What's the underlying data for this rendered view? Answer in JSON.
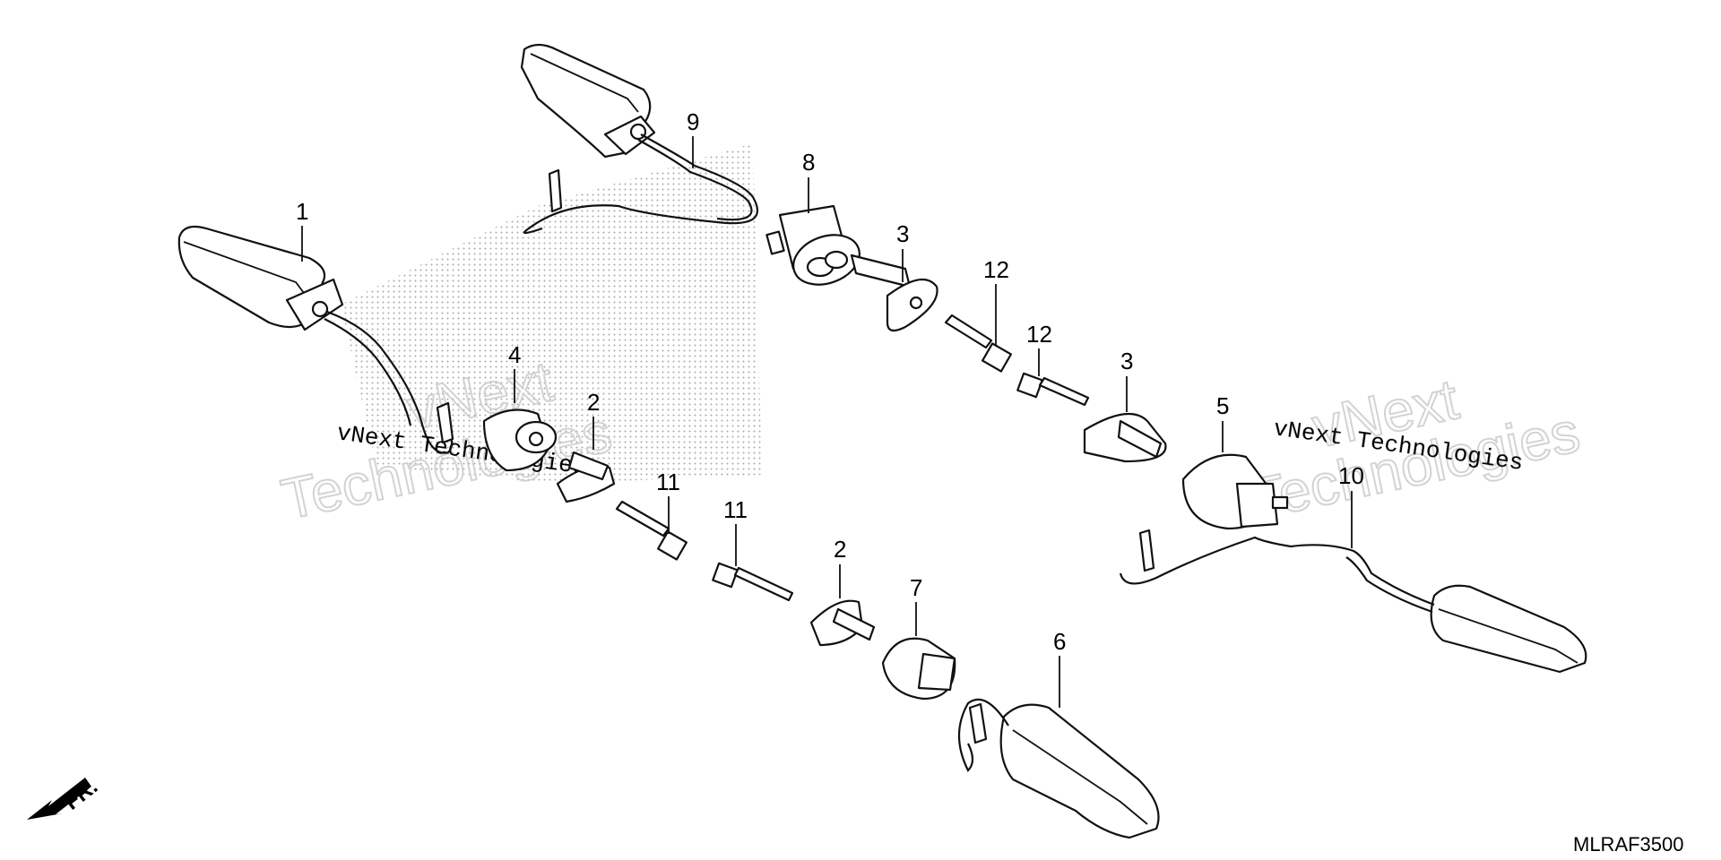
{
  "diagram": {
    "code": "MLRAF3500",
    "front_label": "FR.",
    "callouts": [
      {
        "id": "c1",
        "label": "1"
      },
      {
        "id": "c2a",
        "label": "2"
      },
      {
        "id": "c2b",
        "label": "2"
      },
      {
        "id": "c3a",
        "label": "3"
      },
      {
        "id": "c3b",
        "label": "3"
      },
      {
        "id": "c4",
        "label": "4"
      },
      {
        "id": "c5",
        "label": "5"
      },
      {
        "id": "c6",
        "label": "6"
      },
      {
        "id": "c7",
        "label": "7"
      },
      {
        "id": "c8",
        "label": "8"
      },
      {
        "id": "c9",
        "label": "9"
      },
      {
        "id": "c10",
        "label": "10"
      },
      {
        "id": "c11a",
        "label": "11"
      },
      {
        "id": "c11b",
        "label": "11"
      },
      {
        "id": "c12a",
        "label": "12"
      },
      {
        "id": "c12b",
        "label": "12"
      }
    ],
    "watermark": {
      "line1": "vNext Technologies",
      "big_word1": "vNext",
      "big_word2": "Technologies"
    }
  }
}
